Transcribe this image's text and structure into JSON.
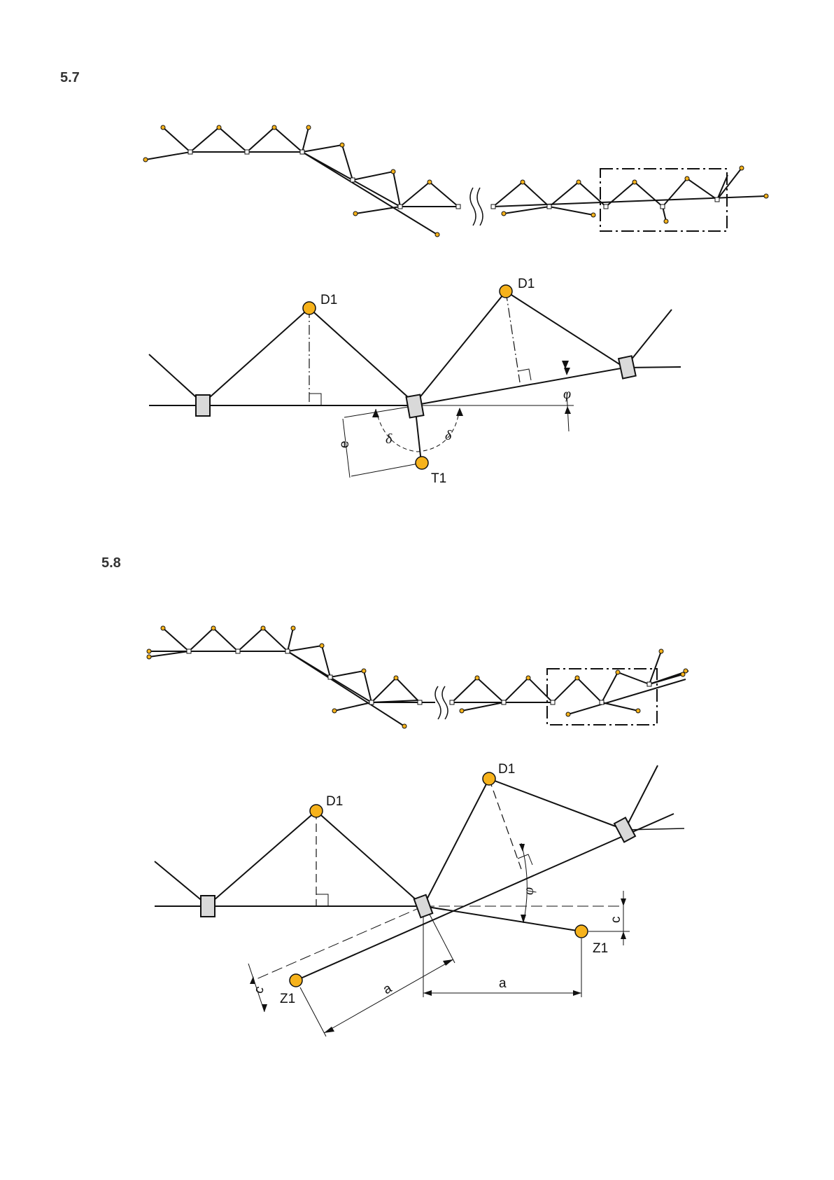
{
  "sections": [
    {
      "number": "5.7"
    },
    {
      "number": "5.8"
    }
  ],
  "labels": {
    "dropper": "D1",
    "tether": "T1",
    "steady_arm": "Z1",
    "angle_phi": "φ",
    "angle_delta": "δ",
    "dim_e": "e",
    "dim_a": "a",
    "dim_c": "c"
  },
  "colors": {
    "node_fill": "#f6b21b",
    "clamp_fill": "#d9d9d9",
    "line": "#111111"
  }
}
